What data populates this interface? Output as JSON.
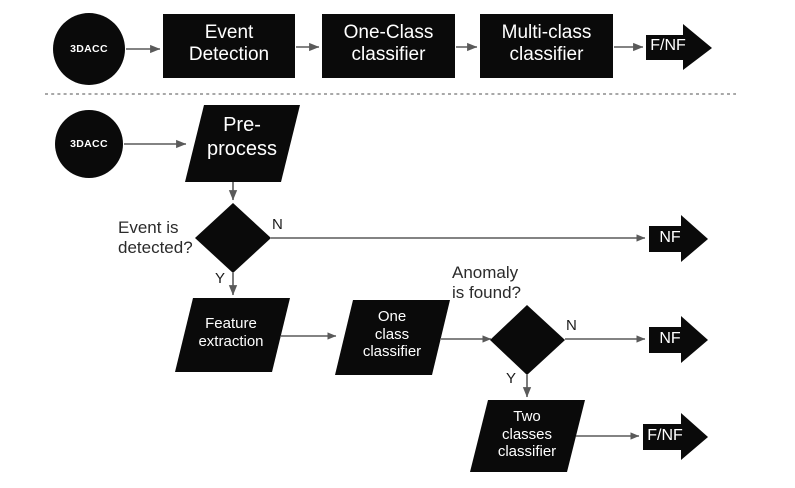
{
  "figure": {
    "type": "flowchart",
    "orientation": "left-to-right",
    "sections": 2,
    "divider": "horizontal-dashed-line",
    "shape_fill": "#0a0a0a",
    "text_on_shape": "#ffffff",
    "text_off_shape": "#2b2b2b",
    "connector_color": "#5a5a5a",
    "background": "#ffffff"
  },
  "top_pipeline": {
    "name": "baseline-pipeline",
    "source": {
      "label": "3DACC",
      "shape": "circle"
    },
    "stages": [
      {
        "label": "Event\nDetection",
        "shape": "rectangle"
      },
      {
        "label": "One-Class\nclassifier",
        "shape": "rectangle"
      },
      {
        "label": "Multi-class\nclassifier",
        "shape": "rectangle"
      }
    ],
    "output": {
      "label": "F/NF",
      "shape": "arrow-terminator"
    }
  },
  "bottom_pipeline": {
    "name": "detailed-pipeline",
    "source": {
      "label": "3DACC",
      "shape": "circle"
    },
    "preprocess": {
      "label": "Pre-\nprocess",
      "shape": "parallelogram"
    },
    "decision_event": {
      "question": "Event is\ndetected?",
      "shape": "diamond",
      "branch_no": "N",
      "branch_yes": "Y"
    },
    "feature_extraction": {
      "label": "Feature\nextraction",
      "shape": "parallelogram"
    },
    "one_class_classifier": {
      "label": "One\nclass\nclassifier",
      "shape": "parallelogram"
    },
    "decision_anomaly": {
      "question": "Anomaly\nis found?",
      "shape": "diamond",
      "branch_no": "N",
      "branch_yes": "Y"
    },
    "two_classes_classifier": {
      "label": "Two\nclasses\nclassifier",
      "shape": "parallelogram"
    },
    "outputs": [
      {
        "label": "NF",
        "shape": "arrow-terminator",
        "from": "decision_event.N"
      },
      {
        "label": "NF",
        "shape": "arrow-terminator",
        "from": "decision_anomaly.N"
      },
      {
        "label": "F/NF",
        "shape": "arrow-terminator",
        "from": "two_classes_classifier"
      }
    ]
  }
}
